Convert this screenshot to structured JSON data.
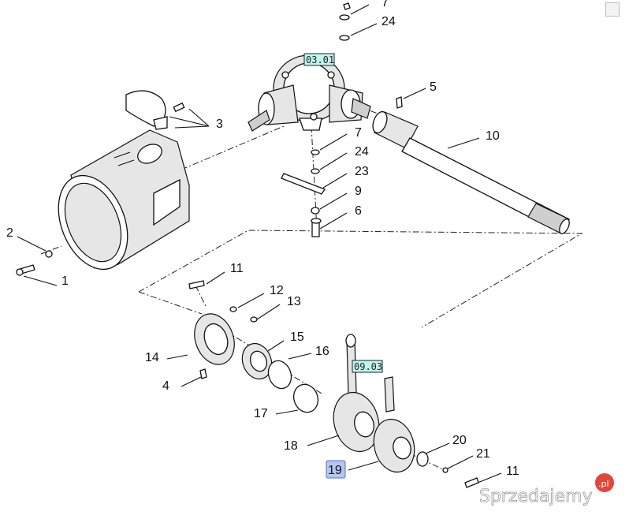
{
  "diagram": {
    "part_numbers": [
      {
        "id": "p7top",
        "label": "7"
      },
      {
        "id": "p24top",
        "label": "24"
      },
      {
        "id": "p5",
        "label": "5"
      },
      {
        "id": "p3",
        "label": "3"
      },
      {
        "id": "p10",
        "label": "10"
      },
      {
        "id": "p7mid",
        "label": "7"
      },
      {
        "id": "p24mid",
        "label": "24"
      },
      {
        "id": "p23",
        "label": "23"
      },
      {
        "id": "p9",
        "label": "9"
      },
      {
        "id": "p6",
        "label": "6"
      },
      {
        "id": "p2",
        "label": "2"
      },
      {
        "id": "p1",
        "label": "1"
      },
      {
        "id": "p11a",
        "label": "11"
      },
      {
        "id": "p12",
        "label": "12"
      },
      {
        "id": "p13",
        "label": "13"
      },
      {
        "id": "p15",
        "label": "15"
      },
      {
        "id": "p14",
        "label": "14"
      },
      {
        "id": "p16",
        "label": "16"
      },
      {
        "id": "p4",
        "label": "4"
      },
      {
        "id": "p17",
        "label": "17"
      },
      {
        "id": "p18",
        "label": "18"
      },
      {
        "id": "p20",
        "label": "20"
      },
      {
        "id": "p21",
        "label": "21"
      },
      {
        "id": "p11b",
        "label": "11"
      }
    ],
    "highlighted_part": "19",
    "section_refs": [
      "03.01",
      "09.03"
    ]
  },
  "watermark": {
    "text": "Sprzedajemy",
    "badge": ".pl"
  }
}
